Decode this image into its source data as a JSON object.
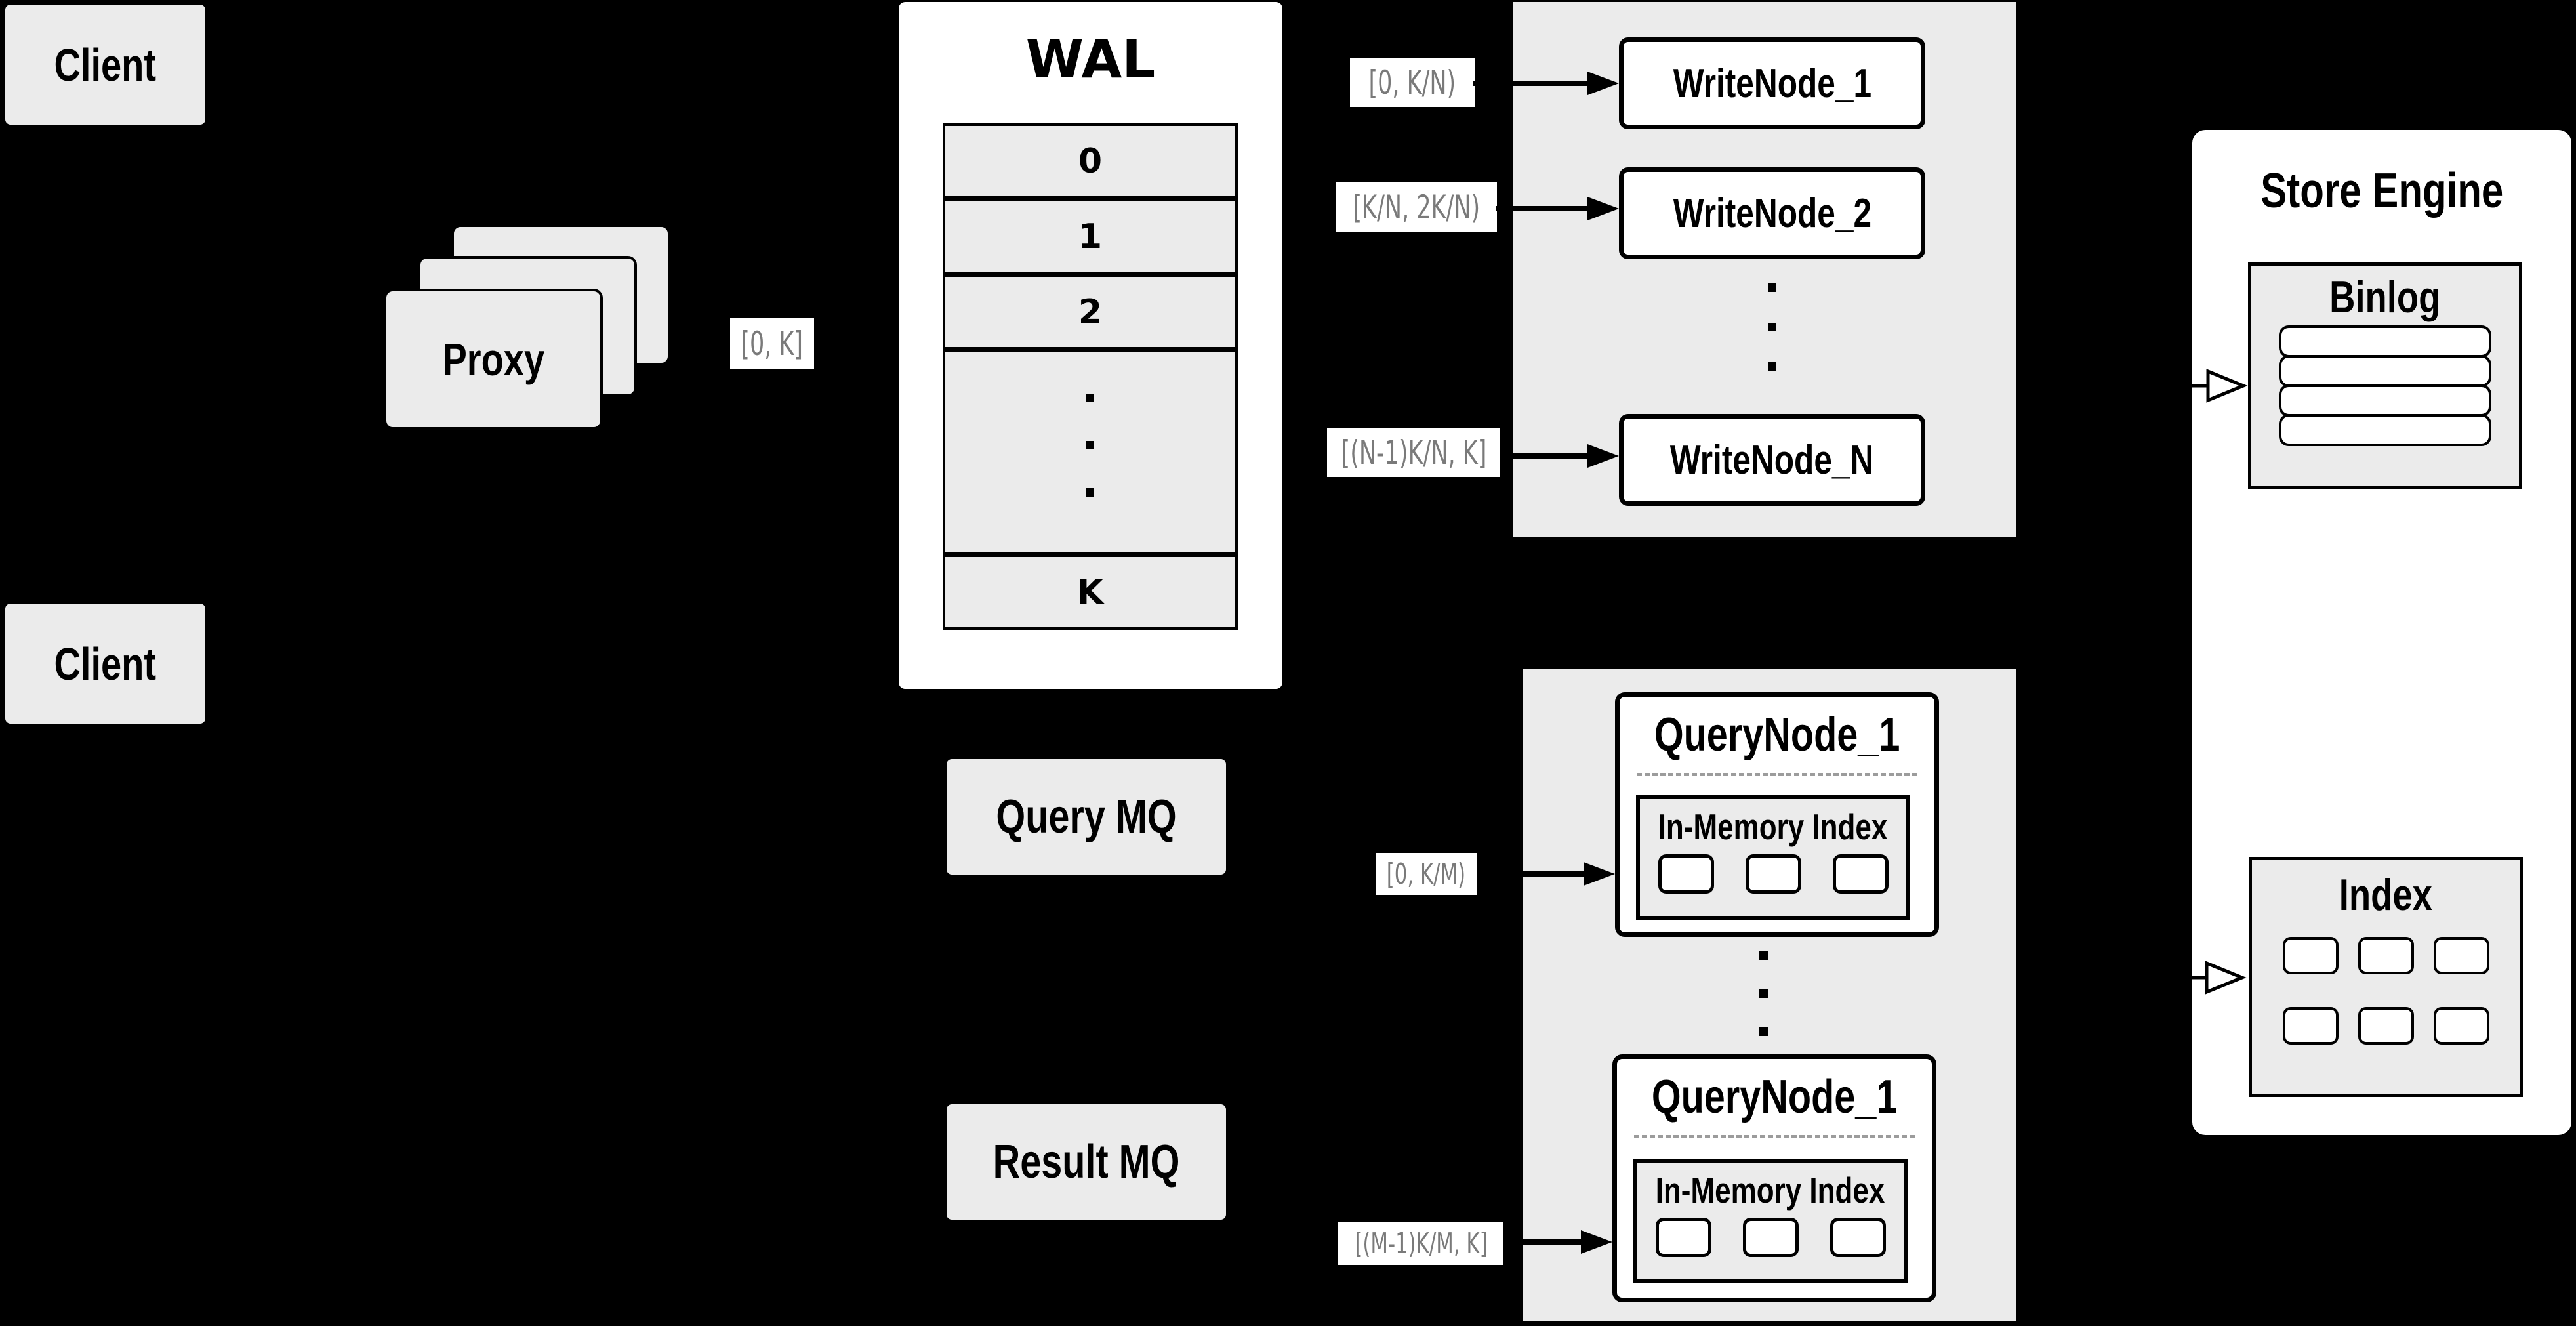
{
  "clients": {
    "top": "Client",
    "bottom": "Client"
  },
  "proxy": {
    "label": "Proxy",
    "range_label": "[0, K]"
  },
  "wal": {
    "title": "WAL",
    "rows": [
      "0",
      "1",
      "2"
    ],
    "row_last": "K"
  },
  "write_cluster": {
    "nodes": [
      "WriteNode_1",
      "WriteNode_2",
      "WriteNode_N"
    ],
    "range_labels": [
      "[0, K/N)",
      "[K/N, 2K/N)",
      "[(N-1)K/N, K]"
    ]
  },
  "query_cluster": {
    "nodes": [
      {
        "title": "QueryNode_1",
        "memory_index": "In-Memory Index"
      },
      {
        "title": "QueryNode_1",
        "memory_index": "In-Memory Index"
      }
    ],
    "range_labels": [
      "[0, K/M)",
      "[(M-1)K/M, K]"
    ]
  },
  "mq": {
    "query": "Query MQ",
    "result": "Result MQ"
  },
  "store_engine": {
    "title": "Store Engine",
    "binlog": "Binlog",
    "index": "Index"
  },
  "colors": {
    "background": "#000000",
    "panel_fill": "#ebebeb",
    "node_fill": "#ffffff",
    "line": "#000000",
    "range_text": "#7a7a7a",
    "dash": "#9c9c9c"
  }
}
